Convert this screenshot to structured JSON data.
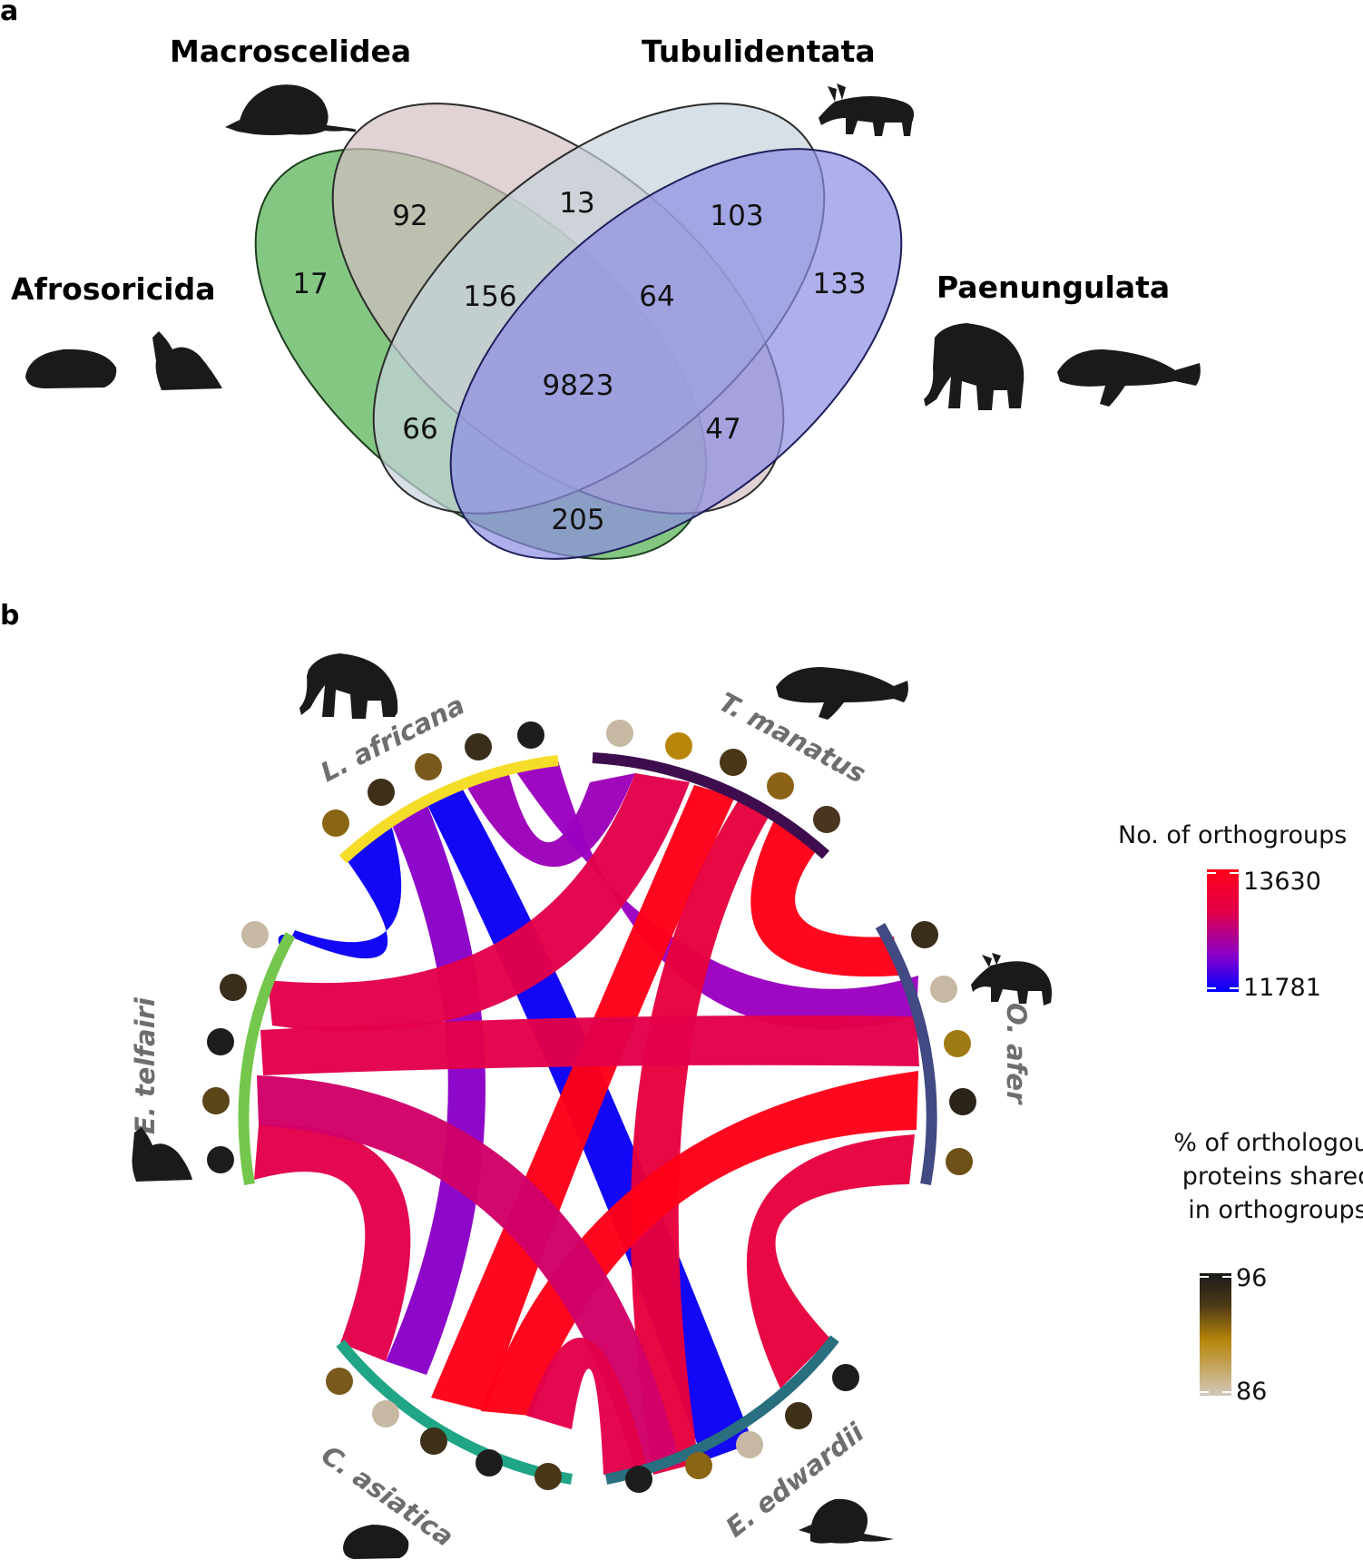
{
  "panel_a": {
    "letter": "a",
    "groups": {
      "afrosoricida": "Afrosoricida",
      "macroscelidea": "Macroscelidea",
      "tubulidentata": "Tubulidentata",
      "paenungulata": "Paenungulata"
    },
    "ellipse_colors": {
      "afrosoricida": "#6dbd6d",
      "macroscelidea": "#d9c5c8",
      "tubulidentata": "#c8d4dc",
      "paenungulata": "#9a9ae6"
    },
    "counts": {
      "afro_only": "17",
      "afro_macro": "92",
      "macro_tubu": "13",
      "tubu_paen": "103",
      "paen_only": "133",
      "afro_macro_tubu": "156",
      "macro_tubu_paen": "64",
      "all_four": "9823",
      "afro_tubu_paen": "66",
      "afro_macro_paen": "47",
      "afro_paen": "205"
    }
  },
  "panel_b": {
    "letter": "b",
    "species": {
      "l_africana": "L. africana",
      "t_manatus": "T. manatus",
      "o_afer": "O. afer",
      "e_edwardii": "E. edwardii",
      "c_asiatica": "C. asiatica",
      "e_telfairi": "E. telfairi"
    },
    "arc_colors": {
      "l_africana": "#f5dc28",
      "t_manatus": "#3d0d4e",
      "o_afer": "#414a82",
      "e_edwardii": "#2a6f80",
      "c_asiatica": "#20a586",
      "e_telfairi": "#74c74c"
    },
    "legend_orthogroups": {
      "title_line1": "No. of orthogroups",
      "max": "13630",
      "min": "11781",
      "colors": [
        "#ff0018",
        "#cc0066",
        "#8a00c8",
        "#0000ff"
      ]
    },
    "legend_shared": {
      "title_line1": "% of orthologous",
      "title_line2": "proteins shared",
      "title_line3": "in orthogroups",
      "max": "96",
      "min": "86",
      "colors": [
        "#1a1a1a",
        "#4a3718",
        "#b8860b",
        "#d2c3b0"
      ]
    }
  }
}
